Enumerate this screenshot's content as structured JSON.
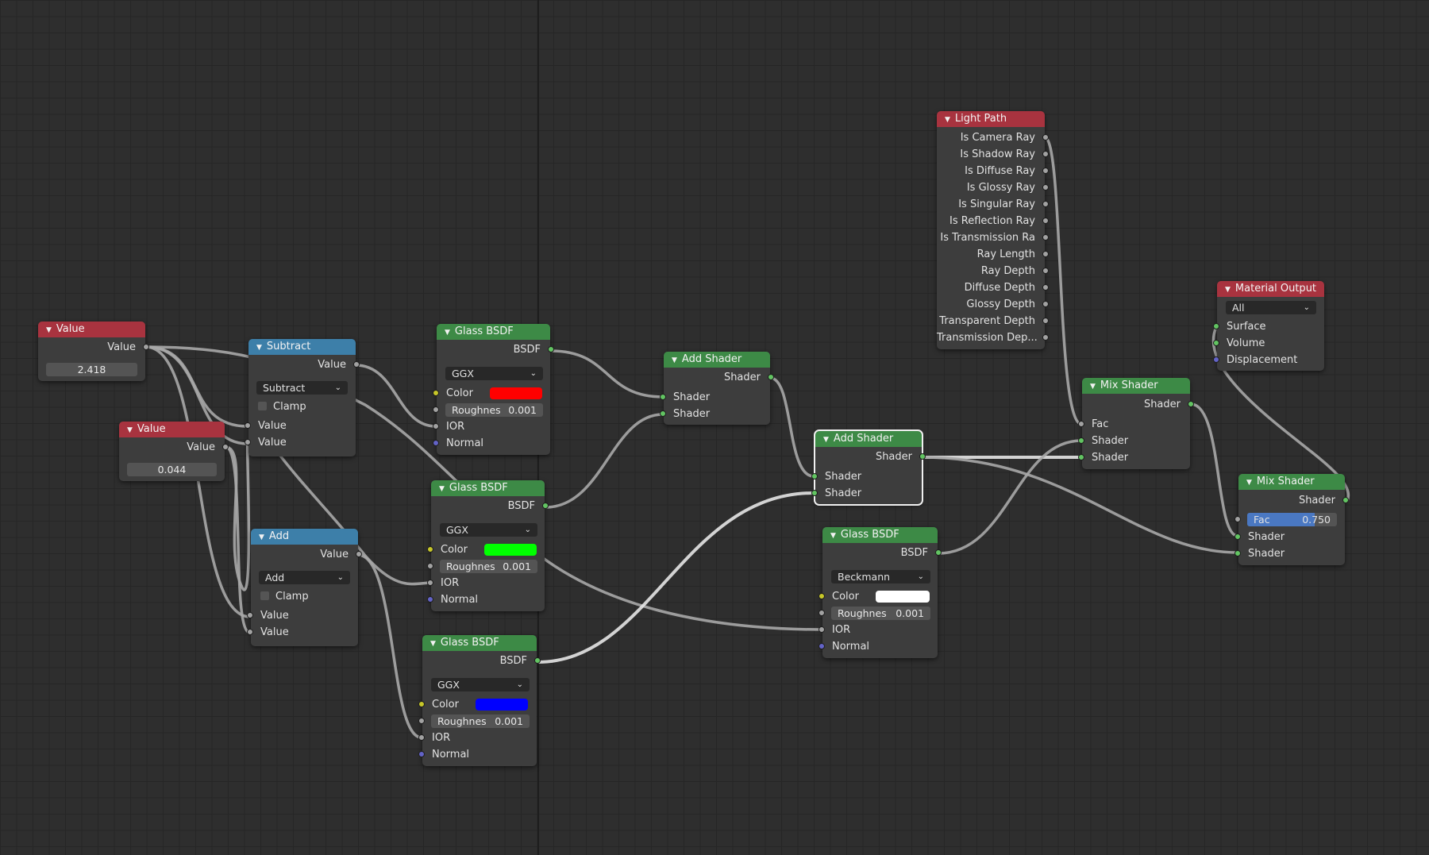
{
  "nodes": {
    "value1": {
      "title": "Value",
      "output": "Value",
      "value": "2.418"
    },
    "value2": {
      "title": "Value",
      "output": "Value",
      "value": "0.044"
    },
    "subtract": {
      "title": "Subtract",
      "output": "Value",
      "operation": "Subtract",
      "clamp": "Clamp",
      "inputs": [
        "Value",
        "Value"
      ]
    },
    "add": {
      "title": "Add",
      "output": "Value",
      "operation": "Add",
      "clamp": "Clamp",
      "inputs": [
        "Value",
        "Value"
      ]
    },
    "glass1": {
      "title": "Glass BSDF",
      "output": "BSDF",
      "distribution": "GGX",
      "color_label": "Color",
      "color": "#ff0000",
      "roughness_label": "Roughnes",
      "roughness": "0.001",
      "ior": "IOR",
      "normal": "Normal"
    },
    "glass2": {
      "title": "Glass BSDF",
      "output": "BSDF",
      "distribution": "GGX",
      "color_label": "Color",
      "color": "#00ff00",
      "roughness_label": "Roughnes",
      "roughness": "0.001",
      "ior": "IOR",
      "normal": "Normal"
    },
    "glass3": {
      "title": "Glass BSDF",
      "output": "BSDF",
      "distribution": "GGX",
      "color_label": "Color",
      "color": "#0000ff",
      "roughness_label": "Roughnes",
      "roughness": "0.001",
      "ior": "IOR",
      "normal": "Normal"
    },
    "glass4": {
      "title": "Glass BSDF",
      "output": "BSDF",
      "distribution": "Beckmann",
      "color_label": "Color",
      "color": "#ffffff",
      "roughness_label": "Roughnes",
      "roughness": "0.001",
      "ior": "IOR",
      "normal": "Normal"
    },
    "addshader1": {
      "title": "Add Shader",
      "output": "Shader",
      "inputs": [
        "Shader",
        "Shader"
      ]
    },
    "addshader2": {
      "title": "Add Shader",
      "output": "Shader",
      "inputs": [
        "Shader",
        "Shader"
      ]
    },
    "lightpath": {
      "title": "Light Path",
      "outputs": [
        "Is Camera Ray",
        "Is Shadow Ray",
        "Is Diffuse Ray",
        "Is Glossy Ray",
        "Is Singular Ray",
        "Is Reflection Ray",
        "Is Transmission Ra",
        "Ray Length",
        "Ray Depth",
        "Diffuse Depth",
        "Glossy Depth",
        "Transparent Depth",
        "Transmission Dep..."
      ]
    },
    "mixshader1": {
      "title": "Mix Shader",
      "output": "Shader",
      "inputs": [
        "Fac",
        "Shader",
        "Shader"
      ]
    },
    "mixshader2": {
      "title": "Mix Shader",
      "output": "Shader",
      "fac_label": "Fac",
      "fac_value": "0.750",
      "fac": 0.75,
      "inputs": [
        "Shader",
        "Shader"
      ]
    },
    "matoutput": {
      "title": "Material Output",
      "target": "All",
      "inputs": [
        "Surface",
        "Volume",
        "Displacement"
      ]
    }
  },
  "colors": {
    "header_red": "#a8333f",
    "header_green": "#3d8a46",
    "header_blue": "#3d7fa9",
    "socket_shader": "#62c462",
    "socket_color": "#c7c729",
    "socket_vector": "#6363c7",
    "socket_value": "#a2a2a2"
  }
}
